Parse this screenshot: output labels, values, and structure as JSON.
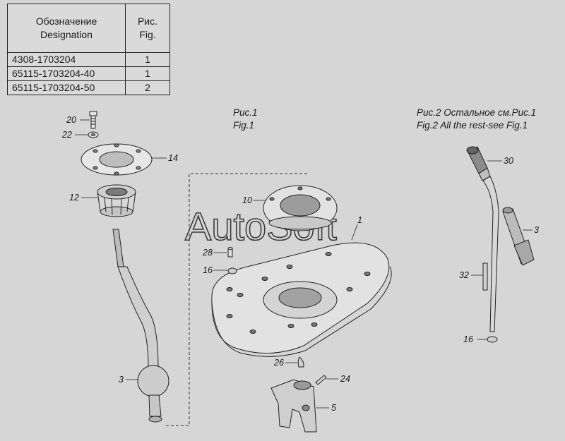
{
  "table": {
    "header": {
      "designation_ru": "Обозначение",
      "designation_en": "Designation",
      "fig_ru": "Рис.",
      "fig_en": "Fig."
    },
    "rows": [
      {
        "designation": "4308-1703204",
        "fig": "1"
      },
      {
        "designation": "65115-1703204-40",
        "fig": "1"
      },
      {
        "designation": "65115-1703204-50",
        "fig": "2"
      }
    ]
  },
  "captions": {
    "fig1_ru": "Рис.1",
    "fig1_en": "Fig.1",
    "fig2_ru": "Рис.2 Остальное см.Рис.1",
    "fig2_en": "Fig.2  All the rest-see Fig.1"
  },
  "callouts": {
    "c20": "20",
    "c22": "22",
    "c14": "14",
    "c12": "12",
    "c3_left": "3",
    "c10": "10",
    "c1": "1",
    "c28": "28",
    "c16_left": "16",
    "c26": "26",
    "c24": "24",
    "c5": "5",
    "c30": "30",
    "c3_right": "3",
    "c32": "32",
    "c16_right": "16"
  },
  "watermark": "AutoSoft"
}
